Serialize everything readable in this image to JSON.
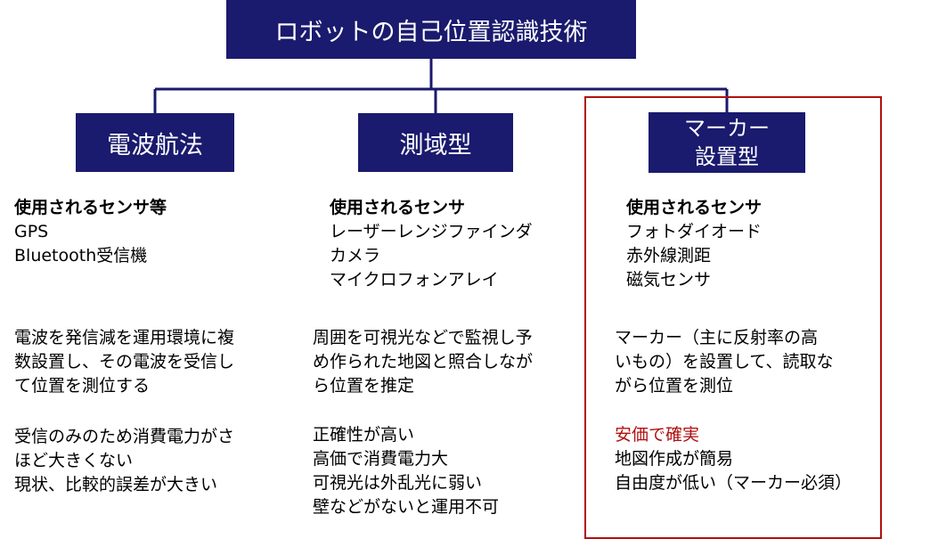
{
  "root": {
    "label": "ロボットの自己位置認識技術"
  },
  "columns": [
    {
      "label": "電波航法",
      "sensor_heading": "使用されるセンサ等",
      "sensors": [
        "GPS",
        "Bluetooth受信機"
      ],
      "description": [
        "電波を発信減を運用環境に複",
        "数設置し、その電波を受信し",
        "て位置を測位する"
      ],
      "traits": [
        "受信のみのため消費電力がさ",
        "ほど大きくない",
        "現状、比較的誤差が大きい"
      ]
    },
    {
      "label": "測域型",
      "sensor_heading": "使用されるセンサ",
      "sensors": [
        "レーザーレンジファインダ",
        "カメラ",
        "マイクロフォンアレイ"
      ],
      "description": [
        "周囲を可視光などで監視し予",
        "め作られた地図と照合しなが",
        "ら位置を推定"
      ],
      "traits": [
        "正確性が高い",
        "高価で消費電力大",
        "可視光は外乱光に弱い",
        "壁などがないと運用不可"
      ]
    },
    {
      "label": "マーカー\n設置型",
      "sensor_heading": "使用されるセンサ",
      "sensors": [
        "フォトダイオード",
        "赤外線測距",
        "磁気センサ"
      ],
      "description": [
        "マーカー（主に反射率の高",
        "いもの）を設置して、読取な",
        "がら位置を測位"
      ],
      "traits_highlight": "安価で確実",
      "traits": [
        "地図作成が簡易",
        "自由度が低い（マーカー必須）"
      ]
    }
  ],
  "colors": {
    "box_fill": "#1a1a6e",
    "connector": "#1a1a6e",
    "highlight_border": "#b01010",
    "highlight_text": "#b01010"
  }
}
